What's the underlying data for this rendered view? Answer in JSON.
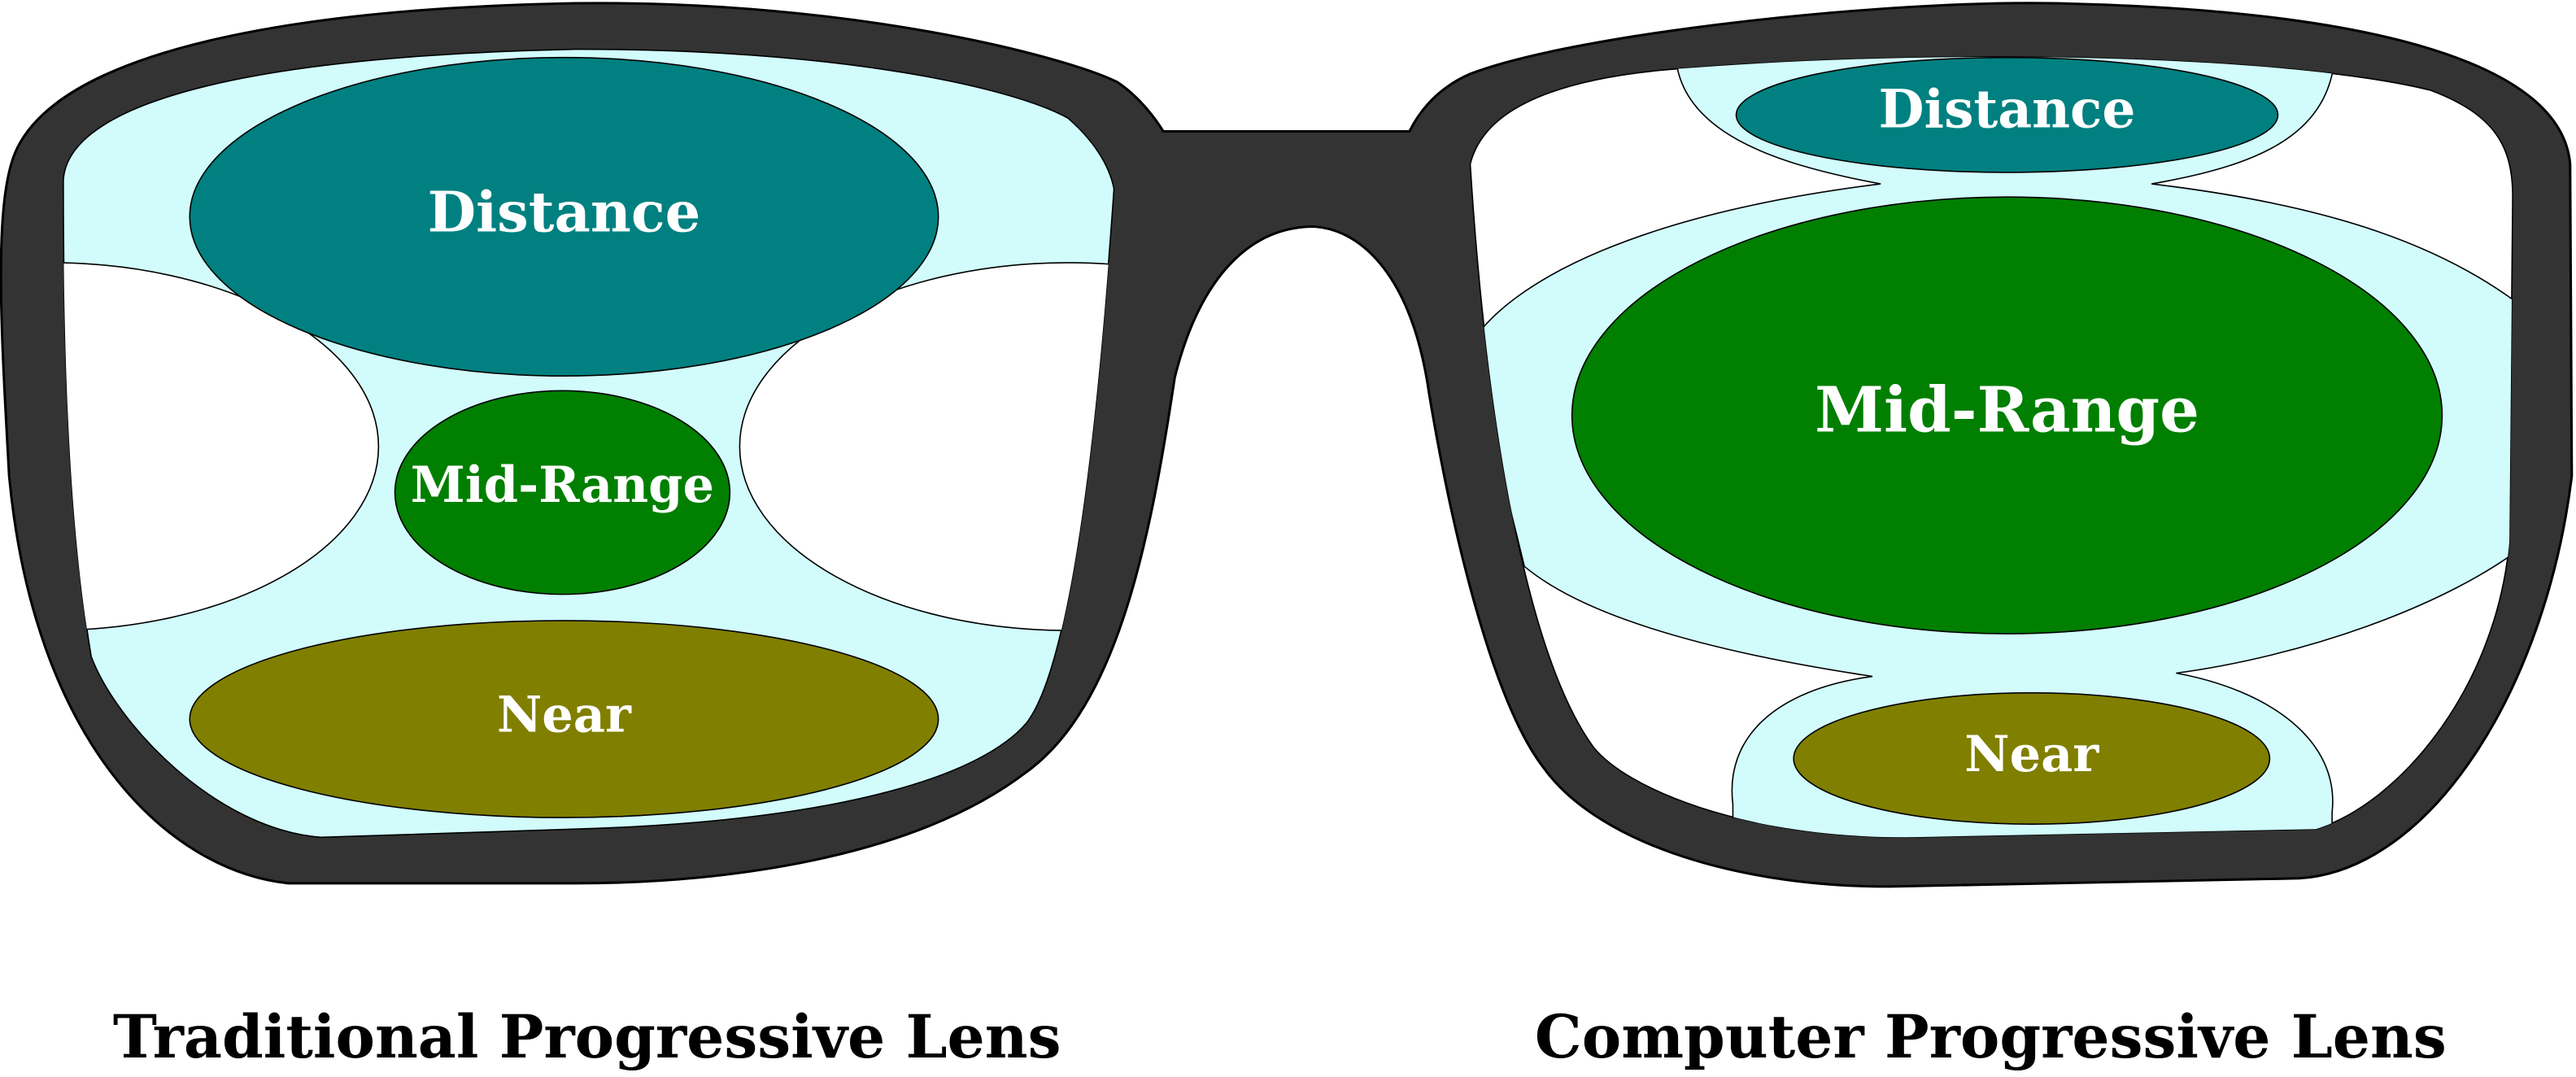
{
  "colors": {
    "frame": "#333333",
    "lens": "#d2fcfc",
    "distance": "#008080",
    "mid_range": "#007f00",
    "near": "#807f00",
    "blur": "#ffffff"
  },
  "left_lens": {
    "caption": "Traditional Progressive Lens",
    "zones": {
      "distance": "Distance",
      "mid_range": "Mid-Range",
      "near": "Near"
    }
  },
  "right_lens": {
    "caption": "Computer Progressive Lens",
    "zones": {
      "distance": "Distance",
      "mid_range": "Mid-Range",
      "near": "Near"
    }
  }
}
